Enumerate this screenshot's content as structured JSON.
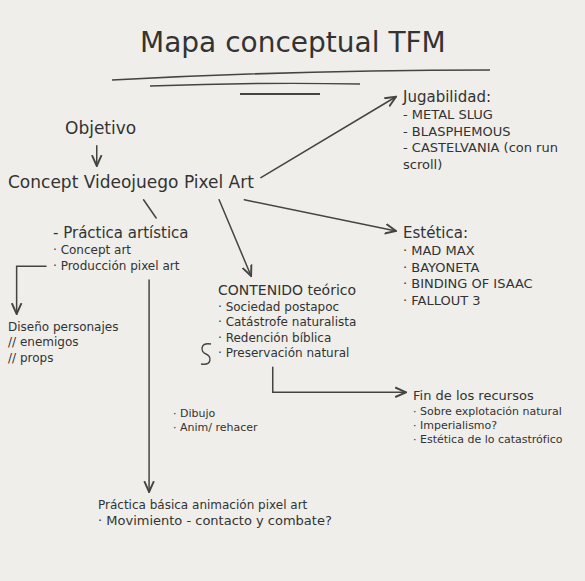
{
  "diagram": {
    "title": "Mapa conceptual TFM",
    "nodes": [
      {
        "text": [
          "Objetivo"
        ]
      },
      {
        "text": [
          "Concept Videojuego Pixel Art"
        ]
      },
      {
        "text": [
          "Jugabilidad:",
          "- METAL SLUG",
          "- BLASPHEMOUS",
          "- CASTELVANIA (con run scroll)"
        ]
      },
      {
        "text": [
          "Estética:",
          "· MAD MAX",
          "· BAYONETA",
          "· BINDING OF ISAAC",
          "· FALLOUT 3"
        ]
      },
      {
        "text": [
          "- Práctica artística",
          "· Concept art",
          "· Producción pixel art"
        ]
      },
      {
        "text": [
          "CONTENIDO teórico",
          "· Sociedad postapoc",
          "· Catástrofe naturalista",
          "· Redención bíblica",
          "· Preservación natural"
        ]
      },
      {
        "text": [
          "Fin de los recursos",
          "· Sobre explotación natural",
          "· Imperialismo?",
          "· Estética de lo catastrófico"
        ]
      },
      {
        "text": [
          "Diseño personajes",
          "// enemigos",
          "// props"
        ]
      },
      {
        "text": [
          "· Dibujo",
          "· Anim/ rehacer"
        ]
      },
      {
        "text": [
          "Práctica básica animación pixel art",
          "· Movimiento - contacto y combate?"
        ]
      }
    ],
    "edges": [
      {
        "from": 0,
        "to": 1,
        "arrow": "to"
      },
      {
        "from": 1,
        "to": 2,
        "arrow": "to"
      },
      {
        "from": 1,
        "to": 3,
        "arrow": "to"
      },
      {
        "from": 1,
        "to": 5,
        "arrow": "to"
      },
      {
        "from": 1,
        "to": 4,
        "arrow": "none"
      },
      {
        "from": 5,
        "to": 6,
        "arrow": "to"
      },
      {
        "from": 4,
        "to": 7,
        "arrow": "to"
      },
      {
        "from": 4,
        "to": 9,
        "arrow": "to"
      }
    ]
  }
}
